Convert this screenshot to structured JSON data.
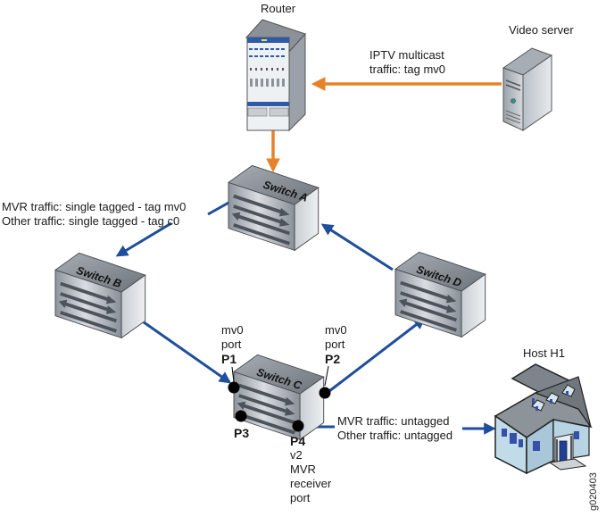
{
  "nodes": {
    "router": {
      "label": "Router"
    },
    "video_server": {
      "label": "Video server"
    },
    "switch_a": {
      "label": "Switch A"
    },
    "switch_b": {
      "label": "Switch B"
    },
    "switch_c": {
      "label": "Switch C"
    },
    "switch_d": {
      "label": "Switch D"
    },
    "host_h1": {
      "label": "Host H1"
    }
  },
  "annotations": {
    "iptv": [
      "IPTV multicast",
      "traffic: tag mv0"
    ],
    "trunk": [
      "MVR traffic: single tagged - tag mv0",
      "Other traffic: single tagged - tag c0"
    ],
    "host_link": [
      "MVR traffic: untagged",
      "Other traffic: untagged"
    ]
  },
  "ports": {
    "p1": {
      "name": "P1",
      "desc": [
        "mv0",
        "port"
      ]
    },
    "p2": {
      "name": "P2",
      "desc": [
        "mv0",
        "port"
      ]
    },
    "p3": {
      "name": "P3"
    },
    "p4": {
      "name": "P4",
      "desc": [
        "v2",
        "MVR",
        "receiver",
        "port"
      ]
    }
  },
  "links": [
    {
      "from": "Video server",
      "to": "Router",
      "type": "multicast"
    },
    {
      "from": "Router",
      "to": "Switch A",
      "type": "multicast"
    },
    {
      "from": "Switch A",
      "to": "Switch B",
      "type": "trunk"
    },
    {
      "from": "Switch B",
      "to": "Switch C",
      "type": "trunk"
    },
    {
      "from": "Switch C",
      "to": "Switch D",
      "type": "trunk"
    },
    {
      "from": "Switch D",
      "to": "Switch A",
      "type": "trunk"
    },
    {
      "from": "Switch C",
      "to": "Host H1",
      "type": "access"
    }
  ],
  "colors": {
    "multicast_link": "#e8822a",
    "trunk_link": "#1f4e9a",
    "port_dot": "#000000"
  },
  "figure_id": "g020403"
}
